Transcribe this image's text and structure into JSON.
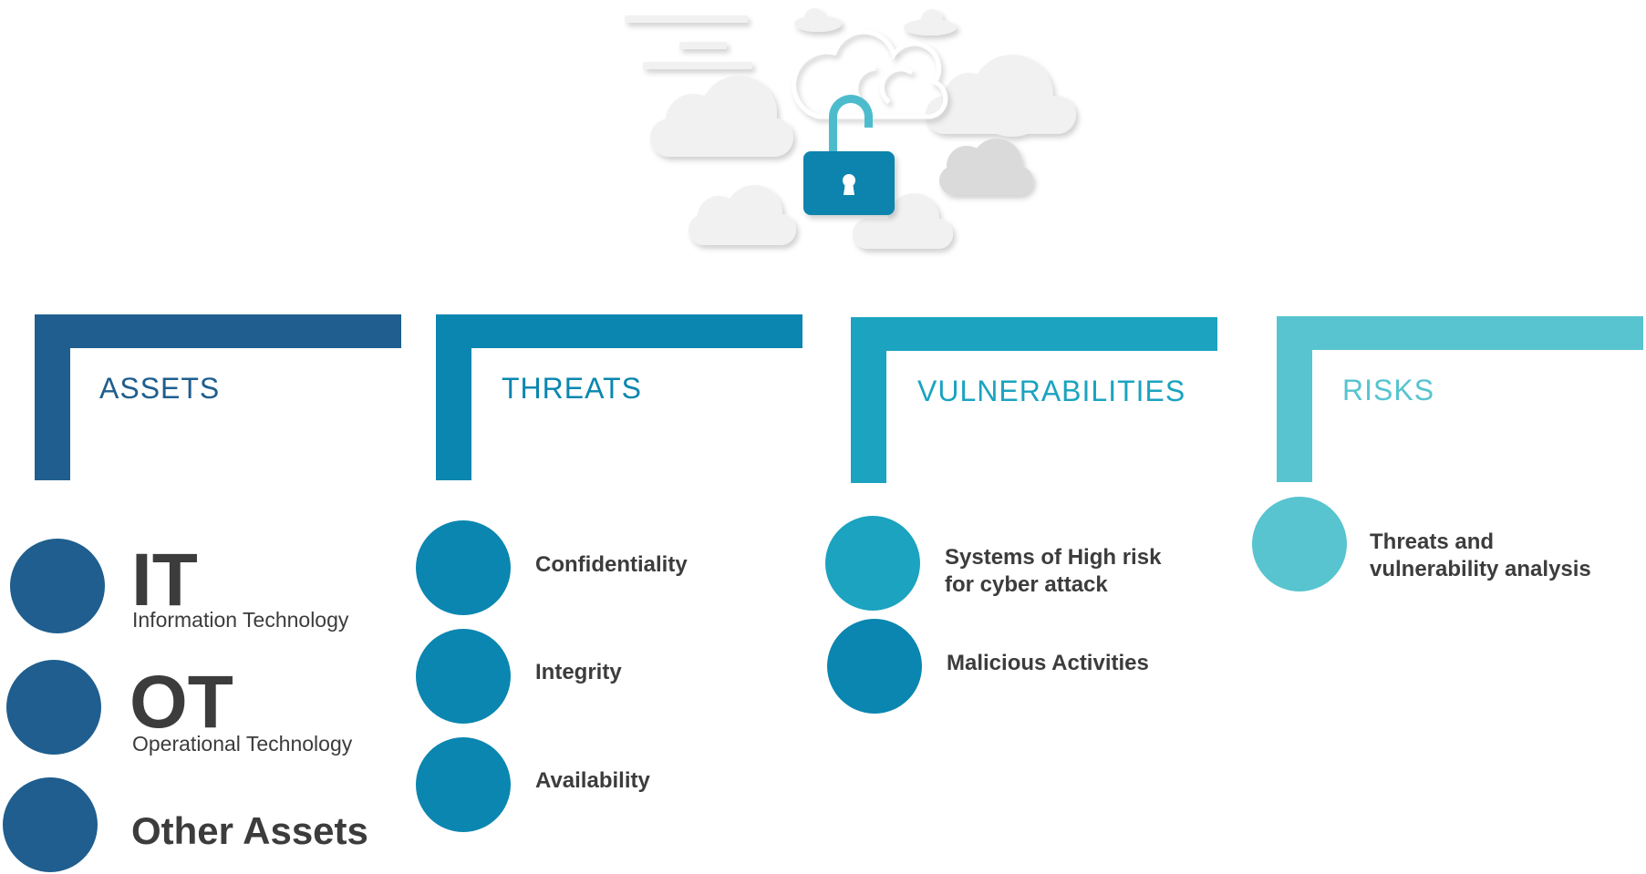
{
  "colors": {
    "assets": "#1f5e8e",
    "threats": "#0a86b0",
    "vulnerabilities": "#1ba3c0",
    "risks": "#57c4cf",
    "lock_body": "#0b84ad",
    "lock_shackle": "#4cbccd",
    "cloud_fill": "#f1f1f1",
    "cloud_dark": "#dadada",
    "text_dark": "#3c3c3c"
  },
  "hero": {
    "icon": "cloud-lock-icon"
  },
  "columns": [
    {
      "key": "assets",
      "title": "ASSETS",
      "items": [
        {
          "big": "IT",
          "sub": "Information Technology"
        },
        {
          "big": "OT",
          "sub": "Operational Technology"
        },
        {
          "label": "Other Assets"
        }
      ]
    },
    {
      "key": "threats",
      "title": "THREATS",
      "items": [
        {
          "label": "Confidentiality"
        },
        {
          "label": "Integrity"
        },
        {
          "label": "Availability"
        }
      ]
    },
    {
      "key": "vulnerabilities",
      "title": "VULNERABILITIES",
      "items": [
        {
          "line1": "Systems of High risk",
          "line2": "for cyber attack"
        },
        {
          "label": "Malicious Activities"
        }
      ]
    },
    {
      "key": "risks",
      "title": "RISKS",
      "items": [
        {
          "line1": "Threats and",
          "line2": "vulnerability analysis"
        }
      ]
    }
  ]
}
